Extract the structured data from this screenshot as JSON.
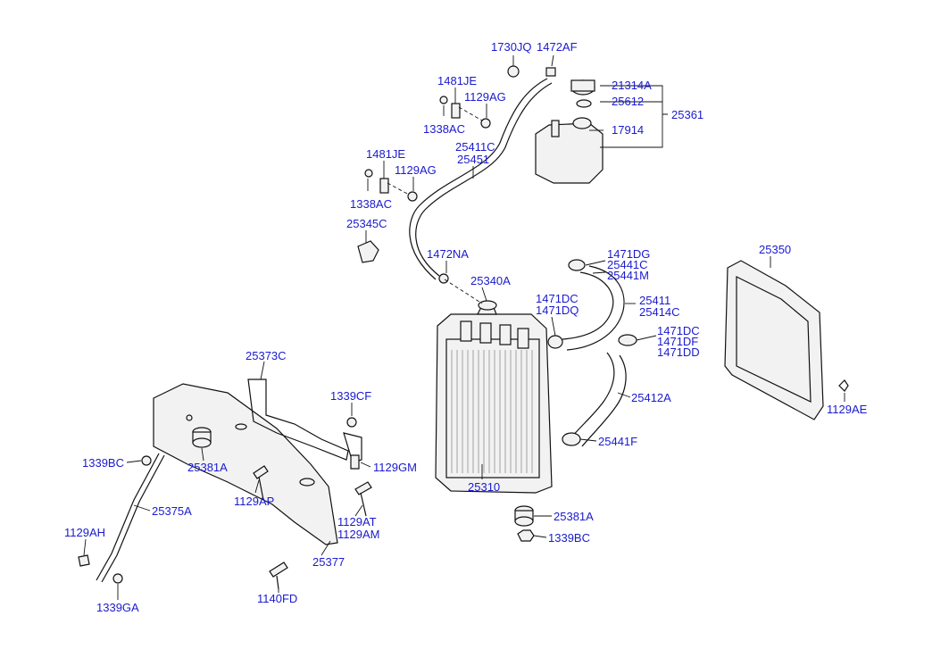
{
  "diagram": {
    "title": "",
    "labels": [
      {
        "id": "l-1730jq",
        "text": "1730JQ"
      },
      {
        "id": "l-1472af",
        "text": "1472AF"
      },
      {
        "id": "l-1481je-a",
        "text": "1481JE"
      },
      {
        "id": "l-1129ag-a",
        "text": "1129AG"
      },
      {
        "id": "l-1338ac-a",
        "text": "1338AC"
      },
      {
        "id": "l-21314a",
        "text": "21314A"
      },
      {
        "id": "l-25612",
        "text": "25612"
      },
      {
        "id": "l-25361",
        "text": "25361"
      },
      {
        "id": "l-17914",
        "text": "17914"
      },
      {
        "id": "l-25411c",
        "text": "25411C"
      },
      {
        "id": "l-25451",
        "text": "25451"
      },
      {
        "id": "l-1481je-b",
        "text": "1481JE"
      },
      {
        "id": "l-1129ag-b",
        "text": "1129AG"
      },
      {
        "id": "l-1338ac-b",
        "text": "1338AC"
      },
      {
        "id": "l-25345c",
        "text": "25345C"
      },
      {
        "id": "l-1472na",
        "text": "1472NA"
      },
      {
        "id": "l-1471dg",
        "text": "1471DG"
      },
      {
        "id": "l-25441c",
        "text": "25441C"
      },
      {
        "id": "l-25441m",
        "text": "25441M"
      },
      {
        "id": "l-25350",
        "text": "25350"
      },
      {
        "id": "l-25340a",
        "text": "25340A"
      },
      {
        "id": "l-1471dc-a",
        "text": "1471DC"
      },
      {
        "id": "l-1471dq",
        "text": "1471DQ"
      },
      {
        "id": "l-25411",
        "text": "25411"
      },
      {
        "id": "l-25414c",
        "text": "25414C"
      },
      {
        "id": "l-1471dc-b",
        "text": "1471DC"
      },
      {
        "id": "l-1471df",
        "text": "1471DF"
      },
      {
        "id": "l-1471dd",
        "text": "1471DD"
      },
      {
        "id": "l-25373c",
        "text": "25373C"
      },
      {
        "id": "l-1339cf",
        "text": "1339CF"
      },
      {
        "id": "l-25412a",
        "text": "25412A"
      },
      {
        "id": "l-1129ae",
        "text": "1129AE"
      },
      {
        "id": "l-25441f",
        "text": "25441F"
      },
      {
        "id": "l-1339bc-a",
        "text": "1339BC"
      },
      {
        "id": "l-25381a-a",
        "text": "25381A"
      },
      {
        "id": "l-1129gm",
        "text": "1129GM"
      },
      {
        "id": "l-25310",
        "text": "25310"
      },
      {
        "id": "l-1129ap",
        "text": "1129AP"
      },
      {
        "id": "l-25375a",
        "text": "25375A"
      },
      {
        "id": "l-25381a-b",
        "text": "25381A"
      },
      {
        "id": "l-1129at",
        "text": "1129AT"
      },
      {
        "id": "l-1129am",
        "text": "1129AM"
      },
      {
        "id": "l-1339bc-b",
        "text": "1339BC"
      },
      {
        "id": "l-1129ah",
        "text": "1129AH"
      },
      {
        "id": "l-25377",
        "text": "25377"
      },
      {
        "id": "l-1140fd",
        "text": "1140FD"
      },
      {
        "id": "l-1339ga",
        "text": "1339GA"
      }
    ]
  }
}
